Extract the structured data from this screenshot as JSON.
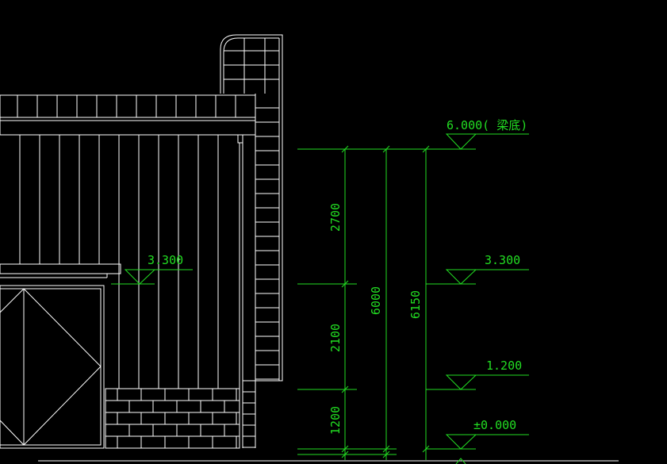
{
  "drawing": {
    "colors": {
      "background": "#000000",
      "building": "#ffffff",
      "dimension": "#22dd22"
    },
    "annotations": {
      "beam_bottom_elev": "6.000(  梁底)",
      "canopy_elev": "3.300",
      "elev_3300": "3.300",
      "elev_1200": "1.200",
      "elev_0000": "±0.000"
    },
    "dimensions": {
      "d_upper": "2700",
      "d_middle": "2100",
      "d_lower": "1200",
      "d_total_a": "6000",
      "d_total_b": "6150"
    }
  }
}
